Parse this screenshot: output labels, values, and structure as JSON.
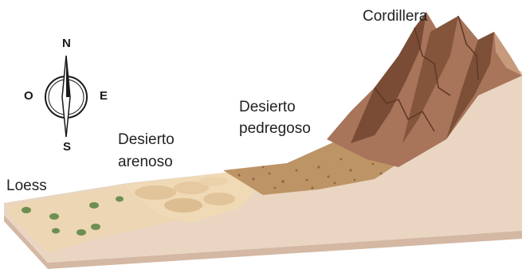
{
  "labels": {
    "cordillera": "Cordillera",
    "desierto_pedregoso_1": "Desierto",
    "desierto_pedregoso_2": "pedregoso",
    "desierto_arenoso_1": "Desierto",
    "desierto_arenoso_2": "arenoso",
    "loess": "Loess"
  },
  "compass": {
    "north": "N",
    "south": "S",
    "east": "E",
    "west": "O"
  },
  "colors": {
    "mountain": "#a8745a",
    "mountain_shadow": "#7a4c35",
    "block_side": "#e2c7b3",
    "block_front": "#cdb09c",
    "sand": "#e9d2b0",
    "gravel": "#b58a5c",
    "vegetation": "#6a8a50"
  }
}
